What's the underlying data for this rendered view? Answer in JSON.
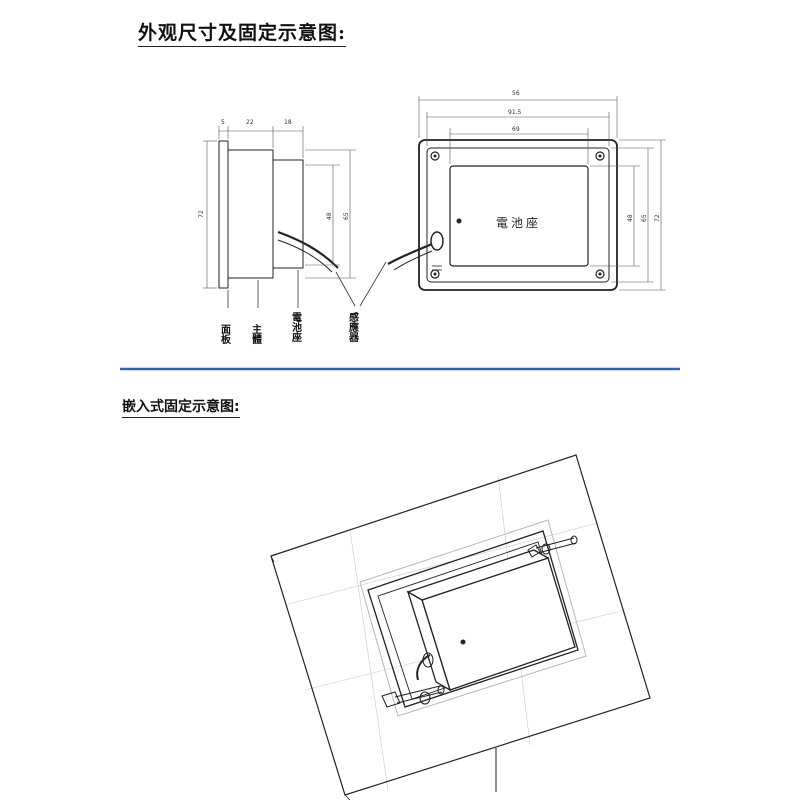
{
  "headings": {
    "dimensions": "外观尺寸及固定示意图:",
    "embed": "嵌入式固定示意图:"
  },
  "side_view": {
    "top_dims": [
      "5",
      "22",
      "18"
    ],
    "height_dims": [
      "72",
      "48",
      "65"
    ],
    "labels": [
      "面板",
      "主體",
      "電池座",
      "感應器"
    ]
  },
  "front_view": {
    "width_dims": [
      "56",
      "91.5",
      "69"
    ],
    "height_dims": [
      "48",
      "65",
      "72"
    ],
    "battery_label": "電池座"
  },
  "colors": {
    "line": "#222222",
    "dim_line": "#555555",
    "divider": "#3d5fa8"
  }
}
